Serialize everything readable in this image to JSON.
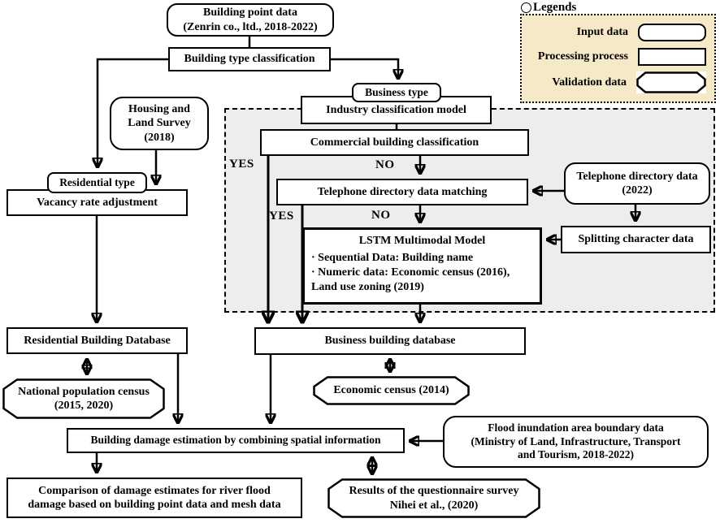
{
  "colors": {
    "legend_bg": "#f6e9c7",
    "panel_bg": "#ededed",
    "stroke": "#000000",
    "box_bg": "#ffffff"
  },
  "legend": {
    "title": "Legends",
    "marker_icon": "circle-icon",
    "items": [
      {
        "label": "Input data",
        "shape": "rounded"
      },
      {
        "label": "Processing process",
        "shape": "rectangle"
      },
      {
        "label": "Validation data",
        "shape": "octagon"
      }
    ]
  },
  "nodes": {
    "building_point": "Building point data\n(Zenrin co., ltd., 2018-2022)",
    "building_type": "Building type classification",
    "housing_survey": "Housing and\nLand Survey\n(2018)",
    "residential_type": "Residential type",
    "vacancy": "Vacancy rate adjustment",
    "business_type": "Business type",
    "industry_model": "Industry classification model",
    "commercial": "Commercial building classification",
    "tel_matching": "Telephone directory data matching",
    "tel_data": "Telephone directory data\n(2022)",
    "splitting": "Splitting character data",
    "lstm": {
      "title": "LSTM Multimodal Model",
      "lines": [
        "· Sequential Data: Building name",
        "· Numeric data: Economic census  (2016),",
        "Land use zoning (2019)"
      ]
    },
    "residential_db": "Residential Building Database",
    "population_census": "National population census\n(2015, 2020)",
    "business_db": "Business building database",
    "economic_census": "Economic census (2014)",
    "damage_estimation": "Building damage estimation by combining spatial information",
    "flood_boundary": "Flood inundation area boundary data\n(Ministry of Land, Infrastructure, Transport\nand Tourism, 2018-2022)",
    "comparison": "Comparison of damage estimates for river flood\ndamage based on building point data and mesh data",
    "questionnaire": "Results of the questionnaire survey\nNihei et al., (2020)"
  },
  "branch_labels": {
    "commercial_yes": "YES",
    "commercial_no": "NO",
    "tel_yes": "YES",
    "tel_no": "NO"
  }
}
